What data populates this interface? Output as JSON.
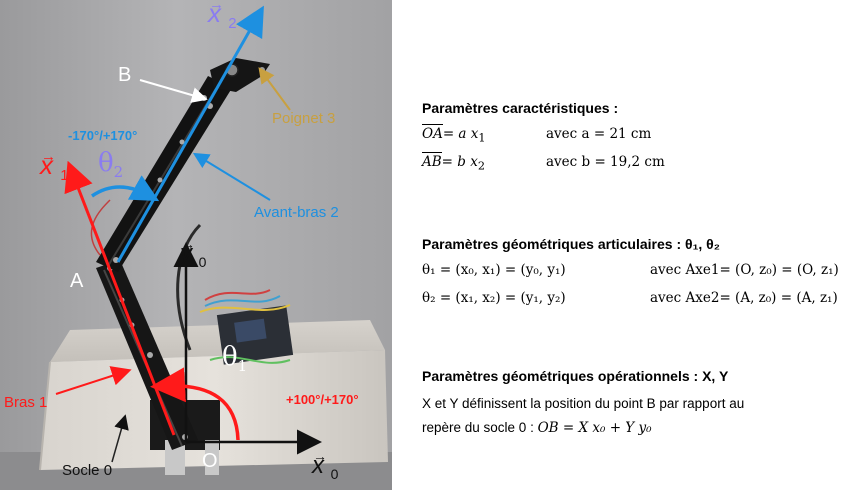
{
  "photo_labels": {
    "x2": "x",
    "x2_sub": "2",
    "B": "B",
    "range_upper": "-170°/+170°",
    "x1": "x",
    "x1_sub": "1",
    "theta2": "θ",
    "theta2_sub": "2",
    "poignet": "Poignet 3",
    "avant_bras": "Avant-bras 2",
    "y0": "y",
    "y0_sub": "0",
    "A": "A",
    "theta1": "θ",
    "theta1_sub": "1",
    "range_lower": "+100°/+170°",
    "bras": "Bras 1",
    "socle": "Socle 0",
    "O": "O",
    "x0": "x",
    "x0_sub": "0"
  },
  "colors": {
    "red": "#ff1a1a",
    "blue": "#1e90e0",
    "purple": "#8a7cf0",
    "gold": "#c8a040",
    "white": "#ffffff",
    "black": "#111111"
  },
  "section1": {
    "heading": "Paramètres caractéristiques :",
    "row1_lhs": "OA",
    "row1_eq": "= a x",
    "row1_sub": "1",
    "row1_rhs": "avec  a = 21 cm",
    "row2_lhs": "AB",
    "row2_eq": "= b x",
    "row2_sub": "2",
    "row2_rhs": "avec  b = 19,2 cm"
  },
  "section2": {
    "heading": "Paramètres géométriques articulaires : θ₁, θ₂",
    "row1_lhs": "θ₁ = (x₀, x₁) = (y₀, y₁)",
    "row1_rhs": "avec Axe1= (O, z₀) = (O, z₁)",
    "row2_lhs": "θ₂ = (x₁, x₂) = (y₁, y₂)",
    "row2_rhs": "avec Axe2= (A, z₀) = (A, z₁)"
  },
  "section3": {
    "heading": "Paramètres géométriques opérationnels : X, Y",
    "line1": "X  et  Y  définissent la position du point  B  par rapport au",
    "line2_prefix": "repère du socle 0 :",
    "line2_eq": "OB = X x₀ + Y y₀"
  }
}
